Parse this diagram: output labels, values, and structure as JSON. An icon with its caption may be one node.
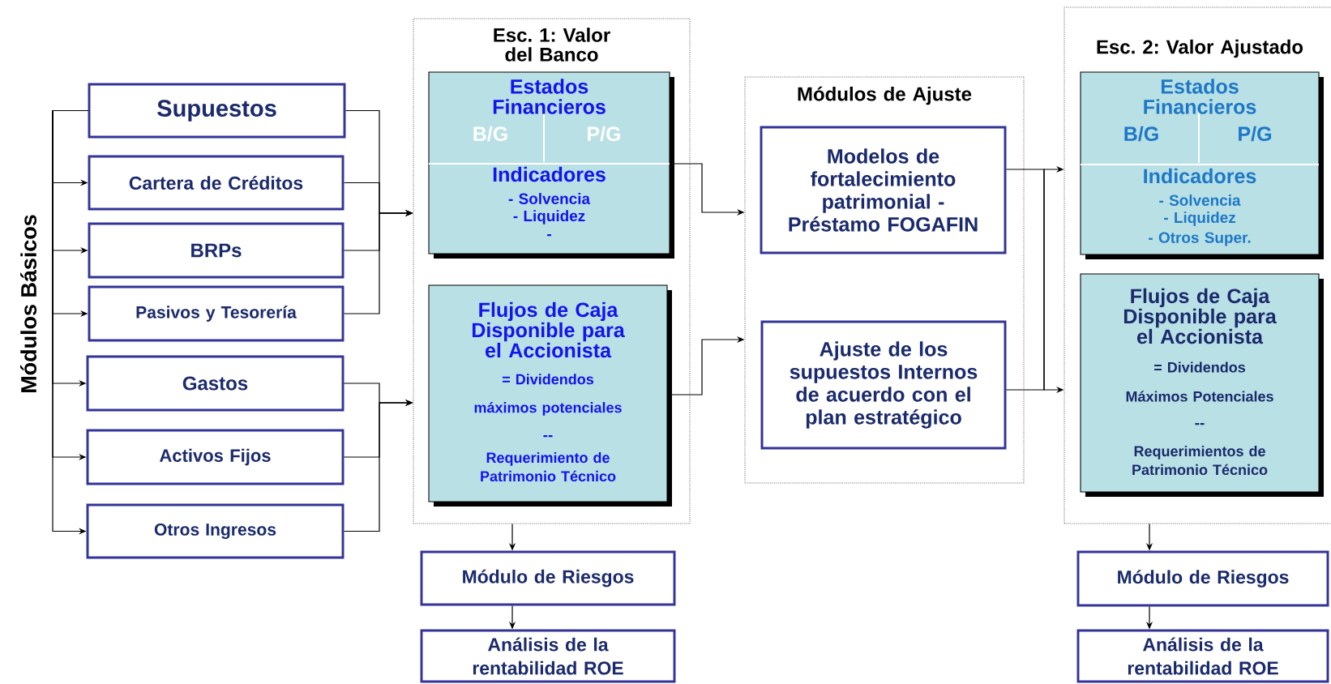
{
  "diagram": {
    "nodes": [
      {
        "text": [
          "Supuestos"
        ]
      },
      {
        "text": [
          "Cartera de Créditos"
        ]
      },
      {
        "text": [
          "BRPs"
        ]
      },
      {
        "text": [
          "Pasivos y Tesorería"
        ]
      },
      {
        "text": [
          "Gastos"
        ]
      },
      {
        "text": [
          "Activos Fijos"
        ]
      },
      {
        "text": [
          "Otros Ingresos"
        ]
      },
      {
        "text": [
          "Esc. 1: Valor del Banco"
        ]
      },
      {
        "text": [
          "Estados Financieros",
          "B/G",
          "P/G",
          "Indicadores",
          "- Solvencia",
          "- Liquidez",
          "-"
        ],
        "in": 7
      },
      {
        "text": [
          "Flujos de Caja Disponible para el Accionista",
          "= Dividendos máximos potenciales",
          "--",
          "Requerimiento de Patrimonio Técnico"
        ],
        "in": 7
      },
      {
        "text": [
          "Módulos de Ajuste"
        ]
      },
      {
        "text": [
          "Modelos de fortalecimiento patrimonial - Préstamo FOGAFIN"
        ],
        "in": 10
      },
      {
        "text": [
          "Ajuste de los supuestos Internos de acuerdo con el plan estratégico"
        ],
        "in": 10
      },
      {
        "text": [
          "Esc. 2: Valor Ajustado"
        ]
      },
      {
        "text": [
          "Estados Financieros",
          "B/G",
          "P/G",
          "Indicadores",
          "- Solvencia",
          "- Liquidez",
          "- Otros Super."
        ],
        "in": 13
      },
      {
        "text": [
          "Flujos de Caja Disponible para el Accionista",
          "= Dividendos Máximos Potenciales",
          "--",
          "Requerimientos de Patrimonio Técnico"
        ],
        "in": 13
      },
      {
        "text": [
          "Módulo de Riesgos"
        ]
      },
      {
        "text": [
          "Análisis de la rentabilidad ROE"
        ]
      },
      {
        "text": [
          "Módulo de Riesgos"
        ]
      },
      {
        "text": [
          "Análisis de la rentabilidad ROE"
        ]
      }
    ],
    "edges": [
      {
        "from": 0,
        "to": 1,
        "arrow": "to"
      },
      {
        "from": 0,
        "to": 2,
        "arrow": "to"
      },
      {
        "from": 0,
        "to": 3,
        "arrow": "to"
      },
      {
        "from": 0,
        "to": 4,
        "arrow": "to"
      },
      {
        "from": 0,
        "to": 5,
        "arrow": "to"
      },
      {
        "from": 0,
        "to": 6,
        "arrow": "to"
      },
      {
        "from": 0,
        "to": 7,
        "arrow": "to"
      },
      {
        "from": 1,
        "to": 7,
        "arrow": "to"
      },
      {
        "from": 2,
        "to": 7,
        "arrow": "to"
      },
      {
        "from": 3,
        "to": 7,
        "arrow": "to"
      },
      {
        "from": 4,
        "to": 7,
        "arrow": "to"
      },
      {
        "from": 5,
        "to": 7,
        "arrow": "to"
      },
      {
        "from": 6,
        "to": 7,
        "arrow": "to"
      },
      {
        "from": 8,
        "to": 10,
        "arrow": "to"
      },
      {
        "from": 9,
        "to": 10,
        "arrow": "to"
      },
      {
        "from": 11,
        "to": 13,
        "arrow": "to"
      },
      {
        "from": 12,
        "to": 13,
        "arrow": "to"
      },
      {
        "from": 7,
        "to": 16,
        "arrow": "to"
      },
      {
        "from": 16,
        "to": 17,
        "arrow": "to"
      },
      {
        "from": 13,
        "to": 18,
        "arrow": "to"
      },
      {
        "from": 18,
        "to": 19,
        "arrow": "to"
      }
    ],
    "labels": [
      "Módulos Básicos"
    ]
  }
}
